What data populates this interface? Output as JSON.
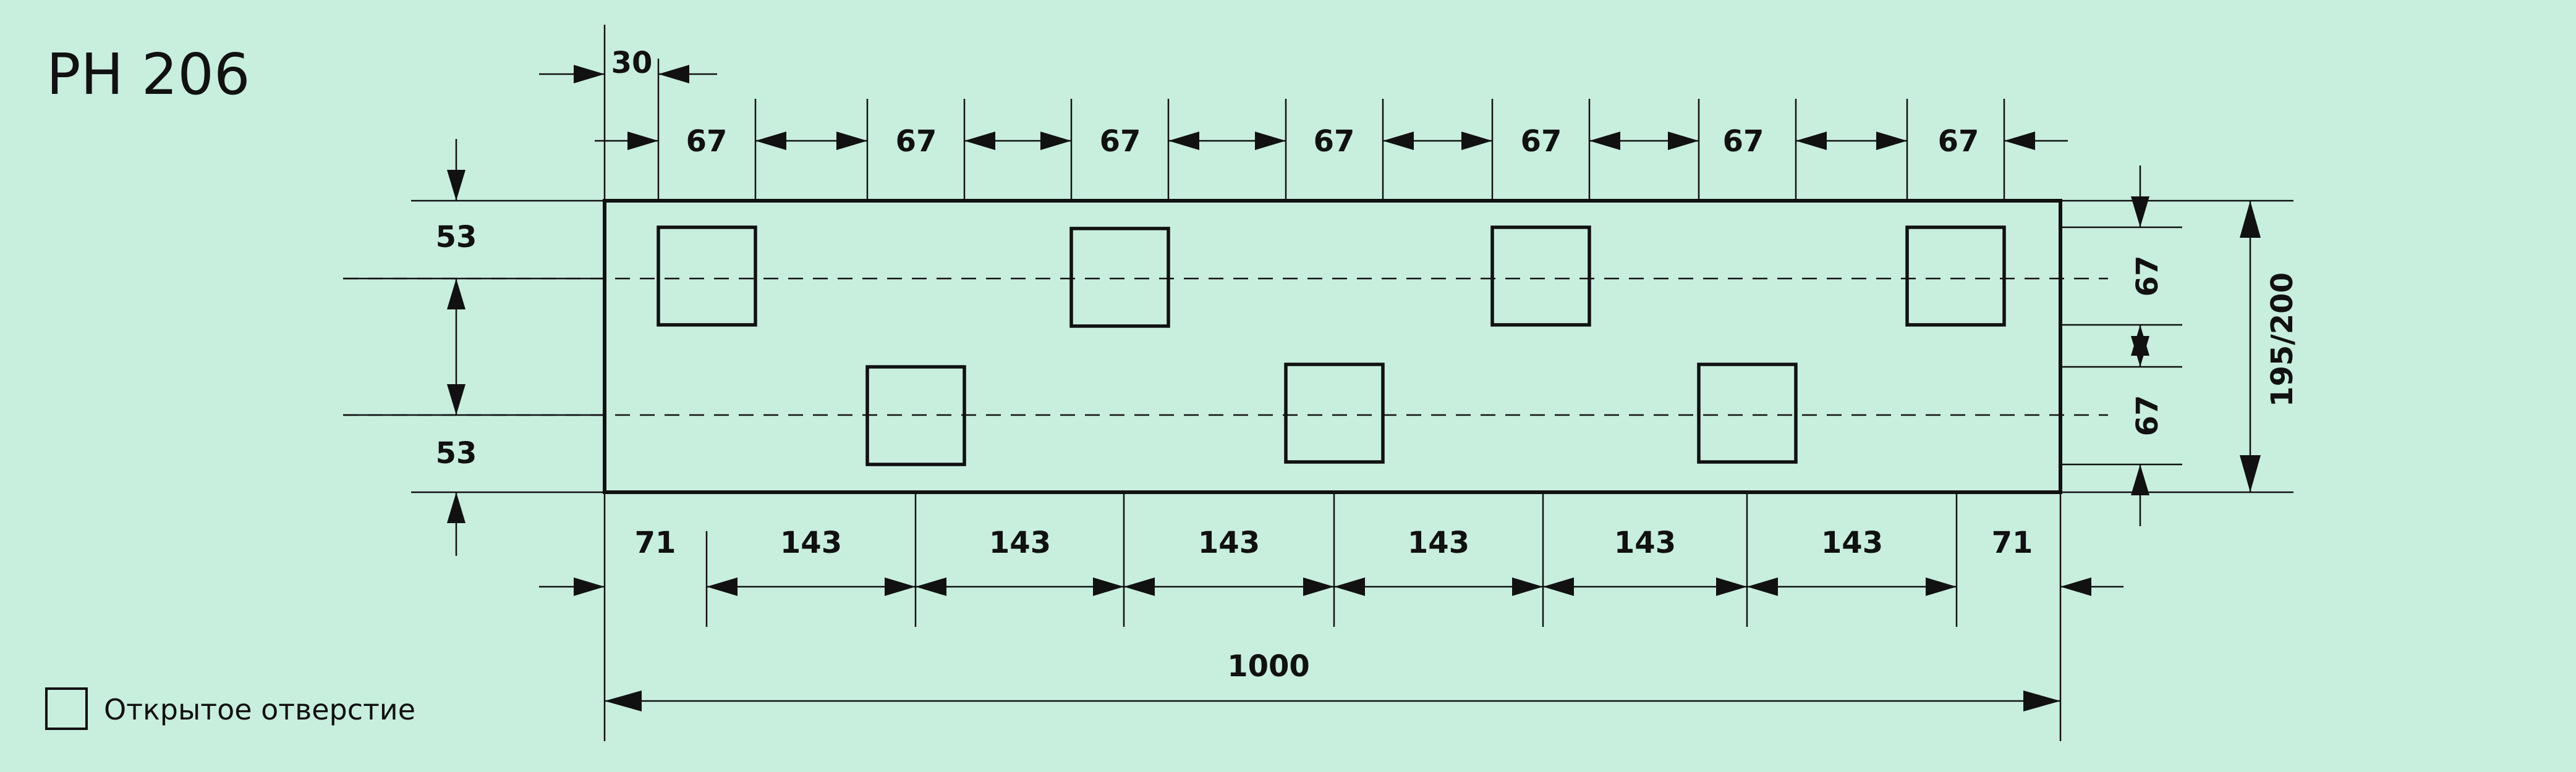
{
  "title": "PH 206",
  "legend": {
    "label": "Открытое отверстие"
  },
  "dimensions": {
    "top_offset": "30",
    "top_pitch": [
      "67",
      "67",
      "67",
      "67",
      "67",
      "67",
      "67"
    ],
    "bottom_pitch": [
      "71",
      "143",
      "143",
      "143",
      "143",
      "143",
      "143",
      "71"
    ],
    "total_length": "1000",
    "left_heights": [
      "53",
      "53"
    ],
    "right_heights": [
      "67",
      "67"
    ],
    "overall_height": "195/200"
  }
}
